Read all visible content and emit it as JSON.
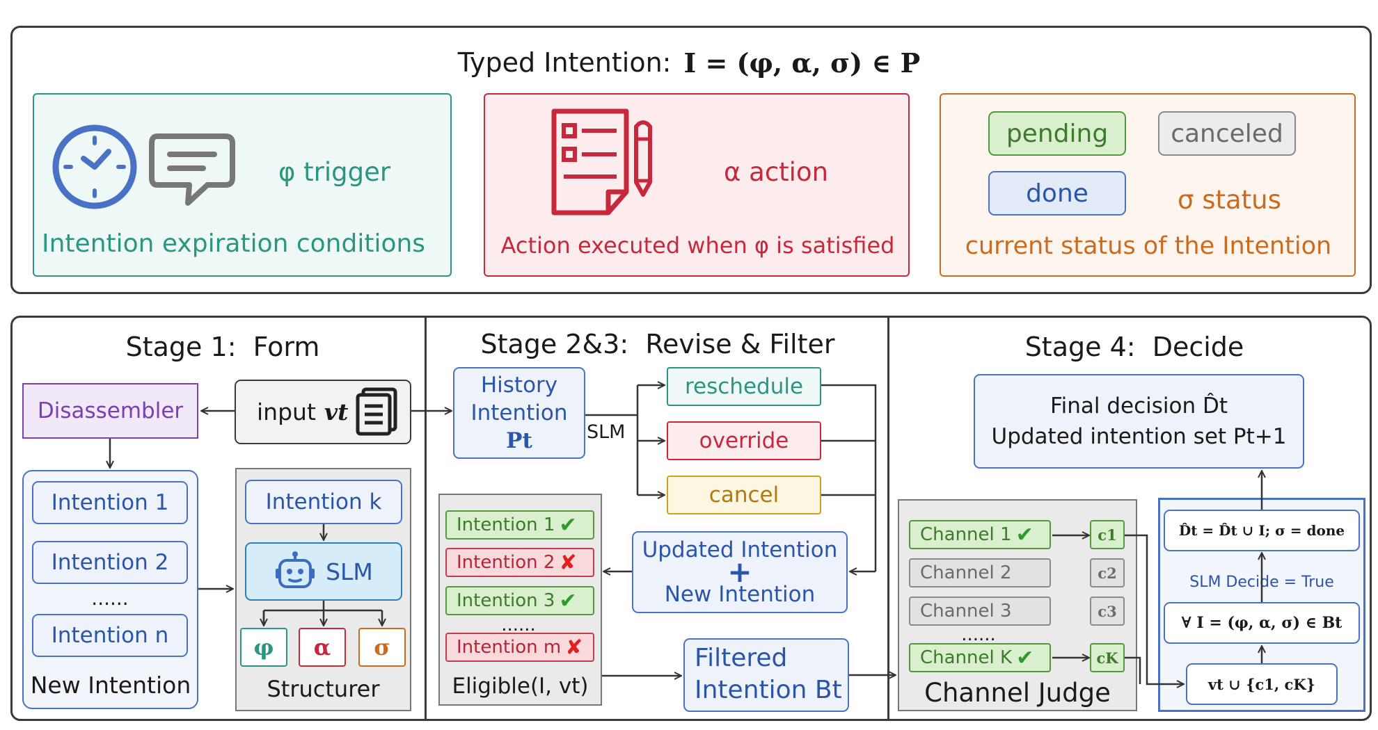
{
  "top": {
    "title_text": "Typed Intention:",
    "title_formula": "I = (φ, α, σ) ∈ P",
    "trigger": {
      "label": "φ trigger",
      "caption": "Intention expiration conditions"
    },
    "action": {
      "label": "α action",
      "caption": "Action executed when φ is satisfied"
    },
    "status": {
      "pending": "pending",
      "canceled": "canceled",
      "done": "done",
      "label": "σ status",
      "caption": "current status of the Intention"
    }
  },
  "stage1": {
    "title": "Stage 1:  Form",
    "disassembler": "Disassembler",
    "input_label": "input",
    "input_var": "vt",
    "intentions": [
      "Intention 1",
      "Intention 2",
      "......",
      "Intention n"
    ],
    "new_intention": "New Intention",
    "intention_k": "Intention k",
    "slm": "SLM",
    "phi": "φ",
    "alpha": "α",
    "sigma": "σ",
    "structurer": "Structurer"
  },
  "stage23": {
    "title": "Stage 2&3:  Revise & Filter",
    "history_line1": "History",
    "history_line2": "Intention",
    "history_var": "Pt",
    "slm": "SLM",
    "reschedule": "reschedule",
    "override": "override",
    "cancel": "cancel",
    "updated_line1": "Updated Intention",
    "plus": "+",
    "updated_line2": "New Intention",
    "eligible_items": [
      {
        "label": "Intention 1",
        "mark": "✔",
        "ok": true
      },
      {
        "label": "Intention 2",
        "mark": "✘",
        "ok": false
      },
      {
        "label": "Intention 3",
        "mark": "✔",
        "ok": true
      },
      {
        "label": "......",
        "mark": "",
        "ok": null
      },
      {
        "label": "Intention m",
        "mark": "✘",
        "ok": false
      }
    ],
    "eligible_caption": "Eligible(I, vt)",
    "filtered_line1": "Filtered",
    "filtered_line2": "Intention Bt"
  },
  "stage4": {
    "title": "Stage 4:  Decide",
    "final_line1": "Final decision D̂t",
    "final_line2": "Updated intention set Pt+1",
    "channels": [
      {
        "label": "Channel 1",
        "mark": "✔",
        "active": true,
        "c": "c1"
      },
      {
        "label": "Channel 2",
        "mark": "",
        "active": false,
        "c": "c2"
      },
      {
        "label": "Channel 3",
        "mark": "",
        "active": false,
        "c": "c3"
      },
      {
        "label": "......",
        "mark": "",
        "active": null,
        "c": ""
      },
      {
        "label": "Channel K",
        "mark": "✔",
        "active": true,
        "c": "cK"
      }
    ],
    "channel_judge": "Channel Judge",
    "formula_done": "D̂t = D̂t ∪ I; σ = done",
    "slm_decide": "SLM Decide = True",
    "formula_forall": "∀ I = (φ, α, σ) ∈ Bt",
    "formula_union": "vt ∪ {c1, cK}"
  },
  "colors": {
    "teal": "#2a9680",
    "red": "#c8283c",
    "orange": "#cc6a1e",
    "blue": "#4a72c4",
    "purple": "#7a3fb0",
    "green": "#4f9a3d"
  }
}
